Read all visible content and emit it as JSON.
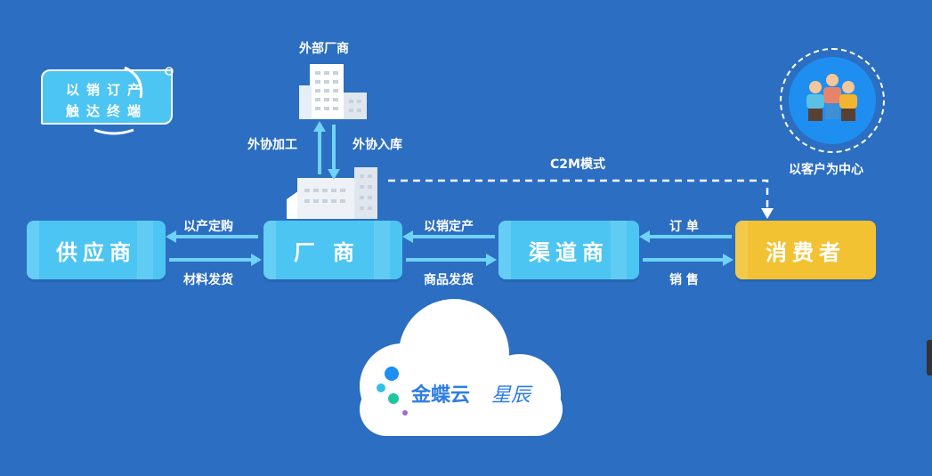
{
  "badge": {
    "line1": "以销订产",
    "line2": "触达终端"
  },
  "nodes": {
    "supplier": "供应商",
    "factory": "厂商",
    "channel": "渠道商",
    "consumer": "消费者"
  },
  "labels": {
    "external_factory": "外部厂商",
    "outsource_processing": "外协加工",
    "outsource_storage": "外协入库",
    "c2m": "C2M模式",
    "produce_to_order": "以产定购",
    "material_delivery": "材料发货",
    "produce_by_sales": "以销定产",
    "goods_delivery": "商品发货",
    "order": "订 单",
    "sales": "销 售",
    "customer_center": "以客户为中心"
  },
  "brand": {
    "name": "金蝶云",
    "product": "星辰"
  },
  "colors": {
    "background": "#2b6ec2",
    "node_blue": "#4cc5f2",
    "node_yellow": "#f2c233",
    "arrow": "#6fd3f7"
  }
}
